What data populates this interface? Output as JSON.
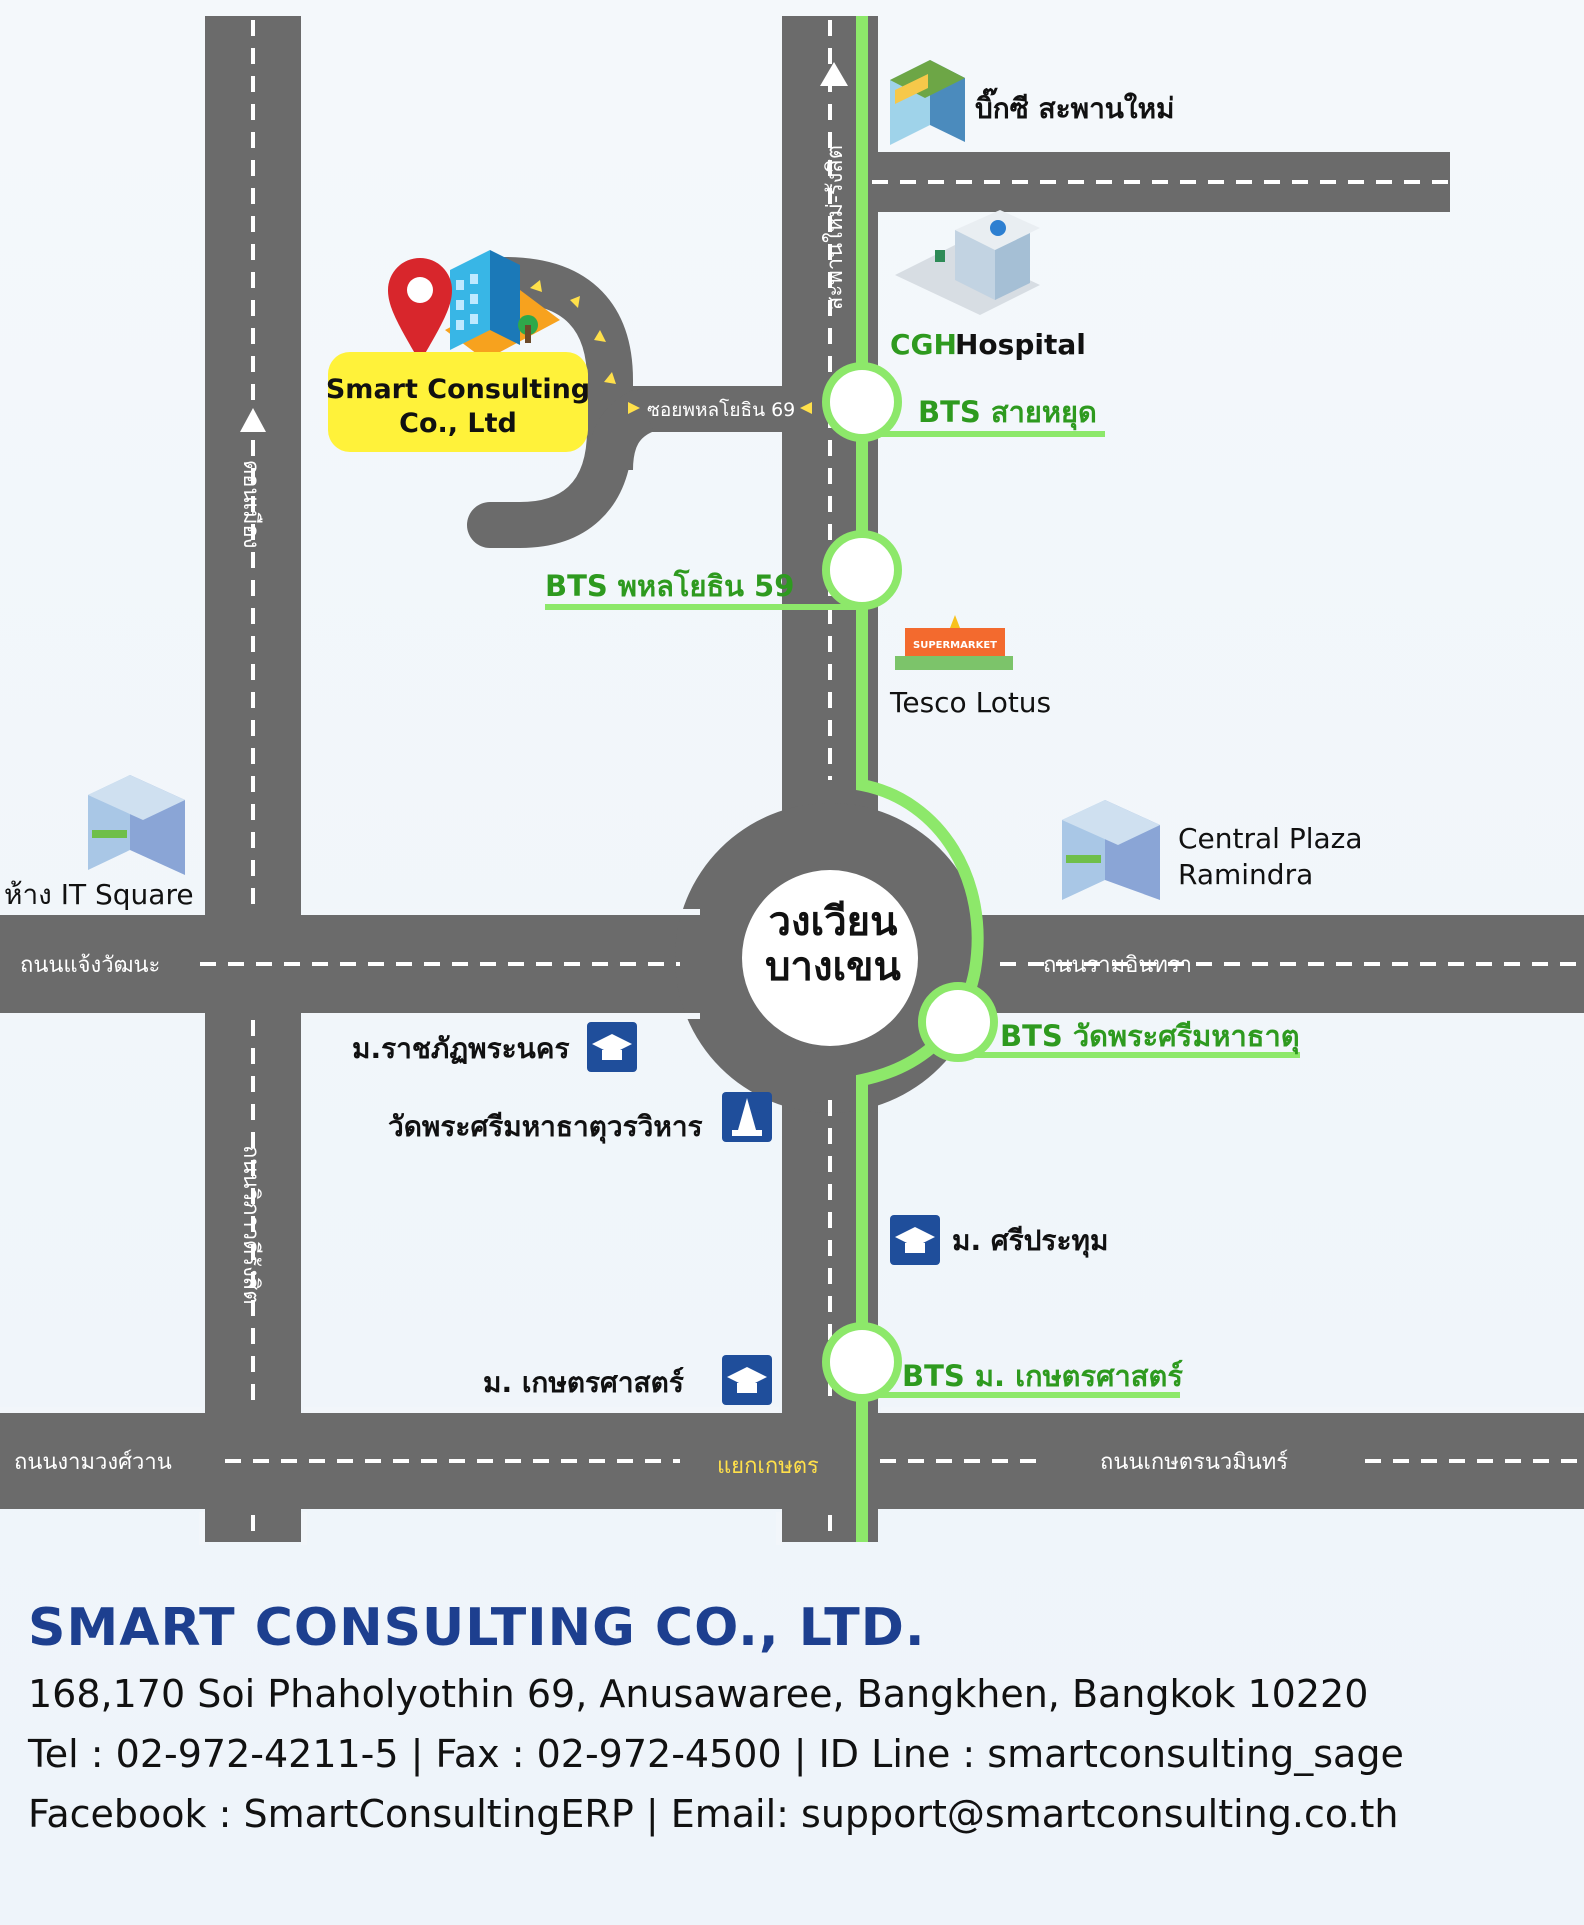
{
  "roads": {
    "left_vertical_top": "ดอนเมือง",
    "left_vertical_bottom": "ถนนวิภาวดีรังสิต",
    "main_vertical": "สะพานใหม่-รังสิต",
    "soi": "ซอยพหลโยธิน 69",
    "mid_left": "ถนนแจ้งวัฒนะ",
    "mid_right": "ถนนรามอินทรา",
    "bottom_left": "ถนนงามวงศ์วาน",
    "bottom_junction": "แยกเกษตร",
    "bottom_right": "ถนนเกษตรนวมินทร์"
  },
  "roundabout": {
    "line1": "วงเวียน",
    "line2": "บางเขน"
  },
  "company_tag": {
    "line1": "Smart Consulting",
    "line2": "Co., Ltd"
  },
  "landmarks": {
    "big_c": "บิ๊กซี สะพานใหม่",
    "cgh_prefix": "CGH",
    "cgh_suffix": " Hospital",
    "tesco": "Tesco Lotus",
    "supermarket_sign": "SUPERMARKET",
    "it_square": "ห้าง IT Square",
    "central_line1": "Central Plaza",
    "central_line2": "Ramindra",
    "rajabhat": "ม.ราชภัฏพระนคร",
    "wat": "วัดพระศรีมหาธาตุวรวิหาร",
    "sripatum": "ม. ศรีประทุม",
    "kasetsart": "ม. เกษตรศาสตร์"
  },
  "bts": {
    "saiyud": "BTS สายหยุด",
    "phahon59": "BTS พหลโยธิน 59",
    "wat_phra_sri": "BTS วัดพระศรีมหาธาตุ",
    "kasetsart": "BTS ม. เกษตรศาสตร์"
  },
  "colors": {
    "road": "#6b6b6b",
    "bts_line": "#8de86a",
    "bts_text": "#2e9a1f",
    "tag": "#fff23a",
    "pin": "#d8262c",
    "company_blue": "#1d3f8f",
    "icon_blue": "#1f4e9b"
  },
  "footer": {
    "company": "SMART CONSULTING CO., LTD.",
    "address": "168,170 Soi Phaholyothin 69, Anusawaree, Bangkhen, Bangkok 10220",
    "contact": "Tel : 02-972-4211-5 | Fax : 02-972-4500 | ID Line : smartconsulting_sage",
    "social": "Facebook : SmartConsultingERP | Email: support@smartconsulting.co.th"
  }
}
